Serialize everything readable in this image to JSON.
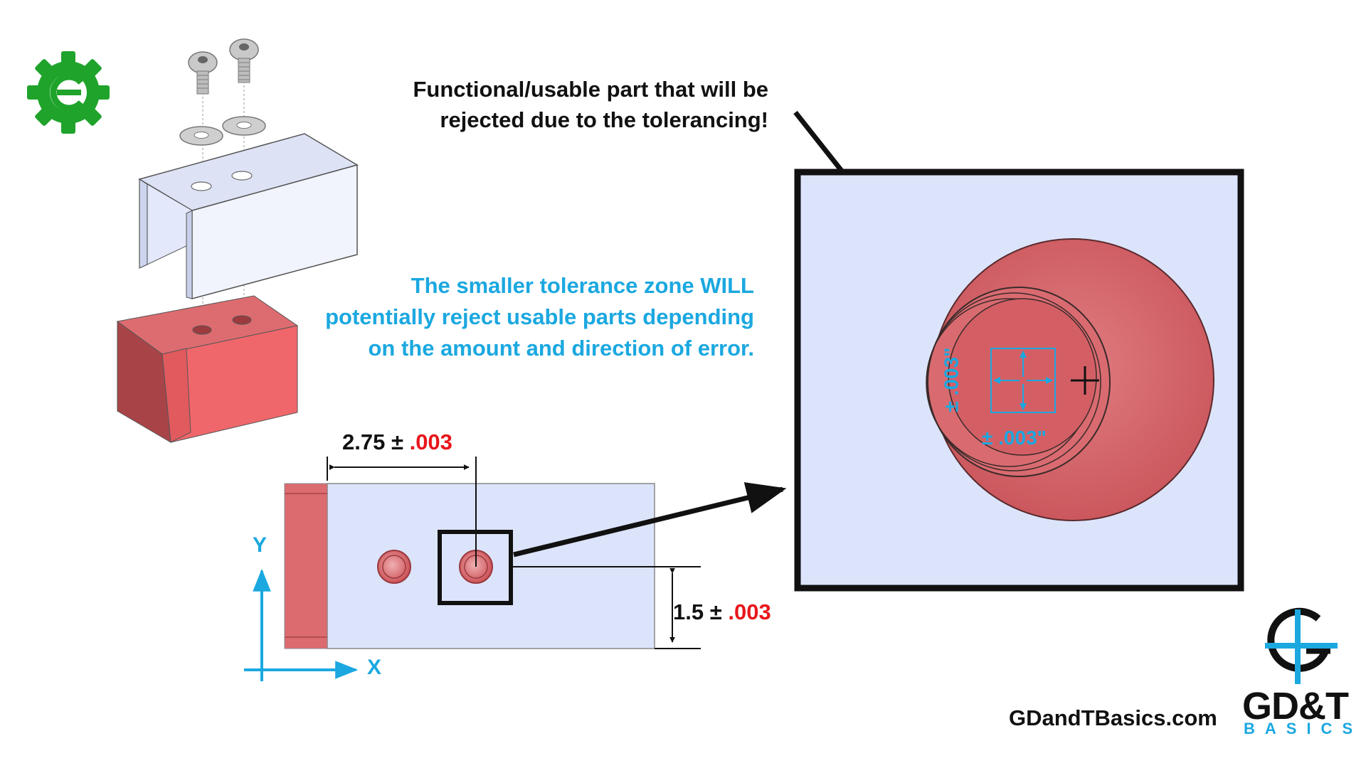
{
  "callout": {
    "line1": "Functional/usable part that will be",
    "line2": "rejected due to the tolerancing!"
  },
  "note": {
    "line1": "The smaller tolerance zone WILL",
    "line2": "potentially reject usable parts depending",
    "line3": "on the amount and direction of error."
  },
  "dimensions": {
    "horizontal": {
      "nominal": "2.75 ± ",
      "tolerance": ".003"
    },
    "vertical": {
      "nominal": "1.5 ± ",
      "tolerance": ".003"
    }
  },
  "zone": {
    "vertical_label": "± .003\"",
    "horizontal_label": "± .003\""
  },
  "axes": {
    "y": "Y",
    "x": "X"
  },
  "footer": {
    "website": "GDandTBasics.com",
    "logo_main": "GD&T",
    "logo_sub": "BASICS"
  },
  "colors": {
    "accent_blue": "#1ba8e0",
    "tolerance_red": "#e8161b",
    "part_red": "#e46a6e",
    "part_blue": "#dbe3fb",
    "logo_green": "#1fa32b"
  },
  "icons": [
    "gear-logo-icon",
    "gdt-basics-logo-icon"
  ]
}
